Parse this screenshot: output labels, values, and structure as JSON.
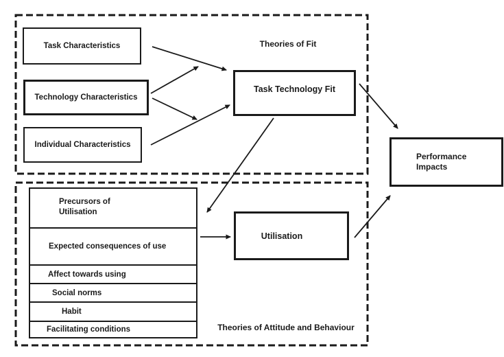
{
  "colors": {
    "ink": "#1a1a1a",
    "background": "#ffffff"
  },
  "regions": {
    "fit": {
      "label": "Theories of Fit"
    },
    "attitude": {
      "label": "Theories of Attitude and Behaviour"
    }
  },
  "nodes": {
    "task_characteristics": "Task Characteristics",
    "technology_characteristics": "Technology Characteristics",
    "individual_characteristics": "Individual Characteristics",
    "task_technology_fit": "Task Technology Fit",
    "utilisation": "Utilisation",
    "performance_impacts": "Performance Impacts"
  },
  "precursors_table": {
    "header": "Precursors of Utilisation",
    "rows": [
      "Expected consequences of use",
      "Affect towards using",
      "Social norms",
      "Habit",
      "Facilitating conditions"
    ]
  },
  "connections": [
    {
      "from": "task_characteristics",
      "to": "task_technology_fit"
    },
    {
      "from": "technology_characteristics",
      "to": "task_technology_fit"
    },
    {
      "from": "technology_characteristics",
      "to": "task_technology_fit"
    },
    {
      "from": "individual_characteristics",
      "to": "task_technology_fit"
    },
    {
      "from": "task_technology_fit",
      "to": "performance_impacts"
    },
    {
      "from": "task_technology_fit",
      "to": "precursors_of_utilisation"
    },
    {
      "from": "precursors_of_utilisation",
      "to": "utilisation"
    },
    {
      "from": "utilisation",
      "to": "performance_impacts"
    }
  ]
}
